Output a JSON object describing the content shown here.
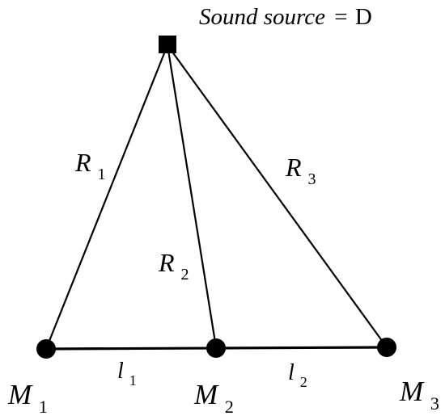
{
  "source": {
    "label_italic": "Sound source",
    "label_equals": "=",
    "label_symbol": "D"
  },
  "distances": [
    {
      "base": "R",
      "sub": "1"
    },
    {
      "base": "R",
      "sub": "2"
    },
    {
      "base": "R",
      "sub": "3"
    }
  ],
  "microphones": [
    {
      "base": "M",
      "sub": "1"
    },
    {
      "base": "M",
      "sub": "2"
    },
    {
      "base": "M",
      "sub": "3"
    }
  ],
  "spacings": [
    {
      "base": "l",
      "sub": "1"
    },
    {
      "base": "l",
      "sub": "2"
    }
  ],
  "colors": {
    "ink": "#000000",
    "background": "#ffffff"
  }
}
